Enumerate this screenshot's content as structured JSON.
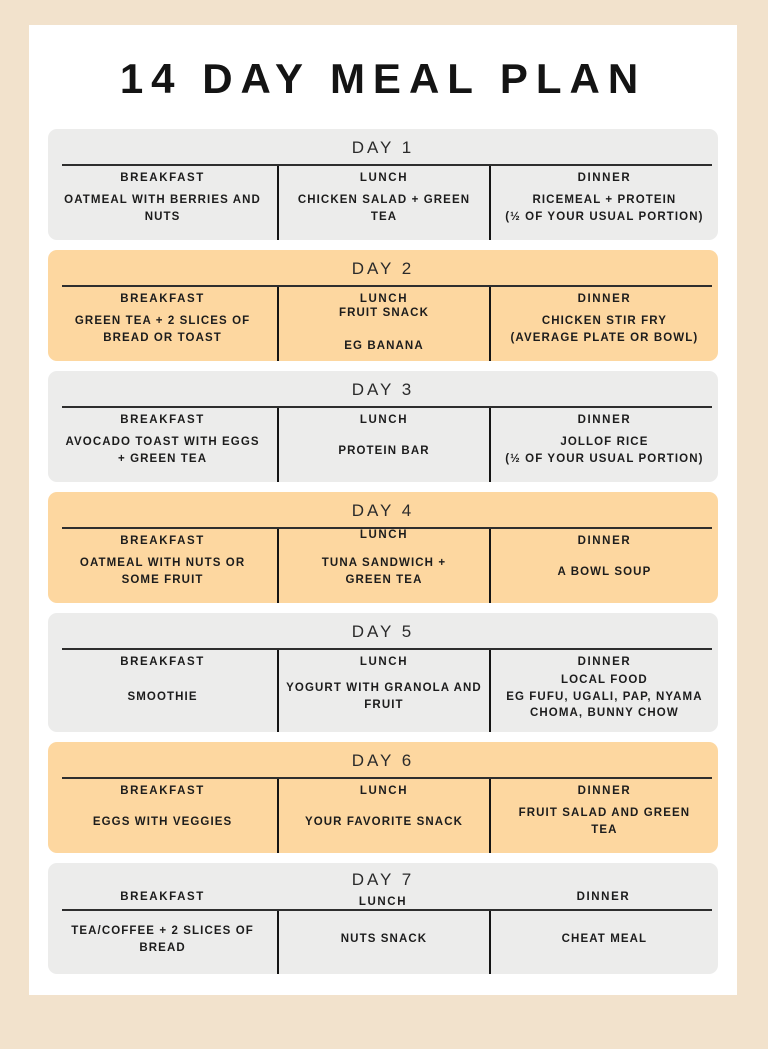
{
  "page": {
    "title": "14 DAY MEAL PLAN"
  },
  "plan": {
    "columns": [
      "BREAKFAST",
      "LUNCH",
      "DINNER"
    ],
    "days": [
      {
        "label": "DAY 1",
        "variant": "gray",
        "meals": [
          "OATMEAL WITH BERRIES AND\nNUTS",
          "CHICKEN SALAD + GREEN TEA",
          "RICEMEAL + PROTEIN\n(½ OF YOUR USUAL PORTION)"
        ]
      },
      {
        "label": "DAY 2",
        "variant": "orange",
        "meals": [
          "GREEN TEA + 2 SLICES OF\nBREAD OR TOAST",
          "FRUIT SNACK\n\nEG BANANA",
          "CHICKEN STIR FRY\n(AVERAGE PLATE OR BOWL)"
        ]
      },
      {
        "label": "DAY 3",
        "variant": "gray",
        "meals": [
          "AVOCADO TOAST WITH EGGS\n+ GREEN TEA",
          "PROTEIN BAR",
          "JOLLOF RICE\n(½ OF YOUR USUAL PORTION)"
        ]
      },
      {
        "label": "DAY 4",
        "variant": "orange",
        "meals": [
          "OATMEAL WITH NUTS OR\nSOME FRUIT",
          "TUNA SANDWICH +\nGREEN TEA",
          "A BOWL SOUP"
        ]
      },
      {
        "label": "DAY 5",
        "variant": "gray",
        "meals": [
          "SMOOTHIE",
          "YOGURT WITH GRANOLA AND\nFRUIT",
          "LOCAL FOOD\nEG FUFU, UGALI, PAP, NYAMA\nCHOMA, BUNNY CHOW"
        ]
      },
      {
        "label": "DAY 6",
        "variant": "orange",
        "meals": [
          "EGGS WITH VEGGIES",
          "YOUR FAVORITE SNACK",
          "FRUIT SALAD AND GREEN\nTEA"
        ]
      },
      {
        "label": "DAY 7",
        "variant": "gray",
        "meals": [
          "TEA/COFFEE + 2 SLICES OF\nBREAD",
          "NUTS SNACK",
          "CHEAT MEAL"
        ]
      }
    ]
  },
  "colors": {
    "page_border": "#f2e2cc",
    "card_gray": "#ececeb",
    "card_orange": "#fdd7a0",
    "text": "#1c1c1c"
  }
}
